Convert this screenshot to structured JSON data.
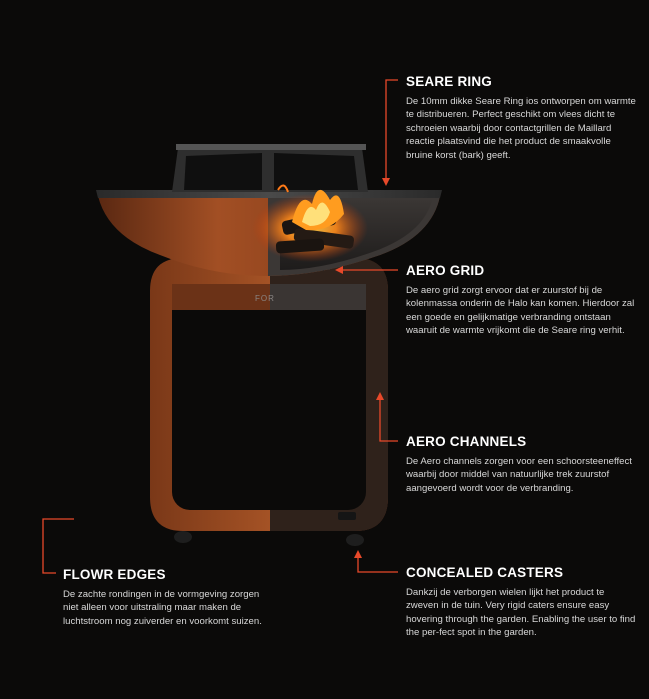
{
  "callouts": {
    "seare_ring": {
      "title": "SEARE RING",
      "body": "De 10mm dikke Seare Ring ios ontworpen om warmte te distribueren. Perfect geschikt om vlees dicht te schroeien waarbij door contactgrillen de Maillard reactie plaatsvind die het product de smaakvolle bruine korst (bark) geeft."
    },
    "aero_grid": {
      "title": "AERO GRID",
      "body": "De aero grid zorgt ervoor dat er zuurstof bij de kolenmassa onderin de Halo kan komen. Hierdoor zal een goede en gelijkmatige verbranding ontstaan waaruit de warmte vrijkomt die de Seare ring verhit."
    },
    "aero_channels": {
      "title": "AERO CHANNELS",
      "body": "De Aero channels zorgen voor een schoorsteeneffect waarbij door middel van natuurlijke trek zuurstof aangevoerd wordt voor de verbranding."
    },
    "flowr_edges": {
      "title": "FLOWR EDGES",
      "body": "De zachte rondingen in de vormgeving zorgen niet alleen voor uitstraling maar maken de luchtstroom nog zuiverder en voorkomt suizen."
    },
    "concealed_casters": {
      "title": "CONCEALED CASTERS",
      "body": "Dankzij de verborgen wielen lijkt het product te zweven in de tuin. Very rigid caters ensure easy hovering through the garden. Enabling the user to find the per-fect spot in the garden."
    }
  },
  "product": {
    "logo_text": "FOR"
  },
  "colors": {
    "background": "#0b0a09",
    "accent": "#e8492a",
    "corten": "#9a4a22",
    "corten_dark": "#5c2a12",
    "steel": "#2e2e2e"
  }
}
